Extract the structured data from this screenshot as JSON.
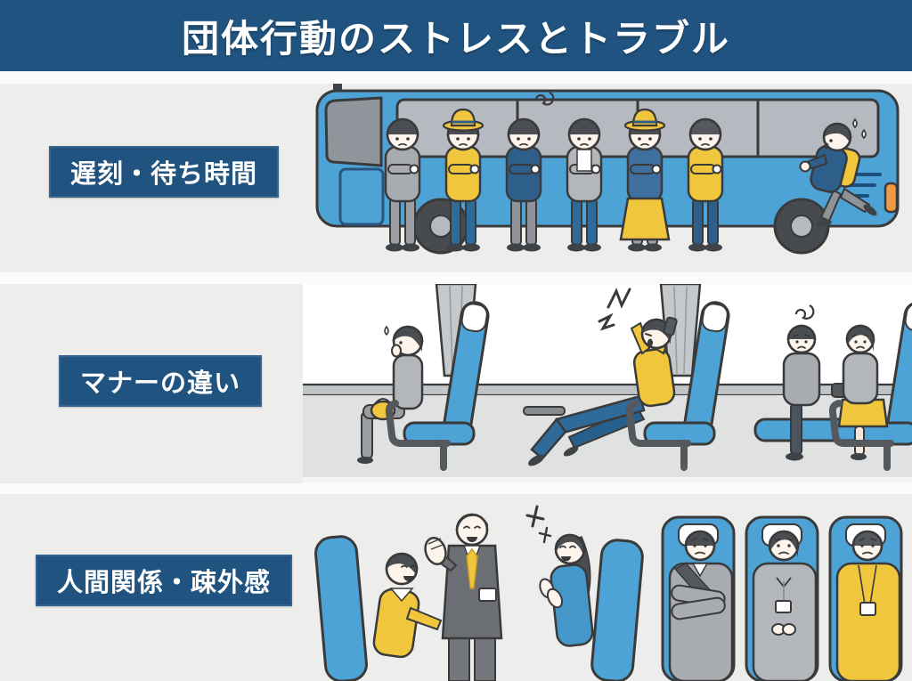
{
  "title": "団体行動のストレスとトラブル",
  "sections": [
    {
      "label": "遅刻・待ち時間"
    },
    {
      "label": "マナーの違い"
    },
    {
      "label": "人間関係・疎外感"
    }
  ],
  "colors": {
    "banner_blue": "#20537f",
    "background_gray": "#ededeb",
    "separator_white": "#fbfbf9",
    "illustration_blue": "#4da3d6",
    "accent_yellow": "#f0c63c",
    "outline_dark": "#3a3a3a",
    "tail_light_orange": "#ef9b43"
  }
}
